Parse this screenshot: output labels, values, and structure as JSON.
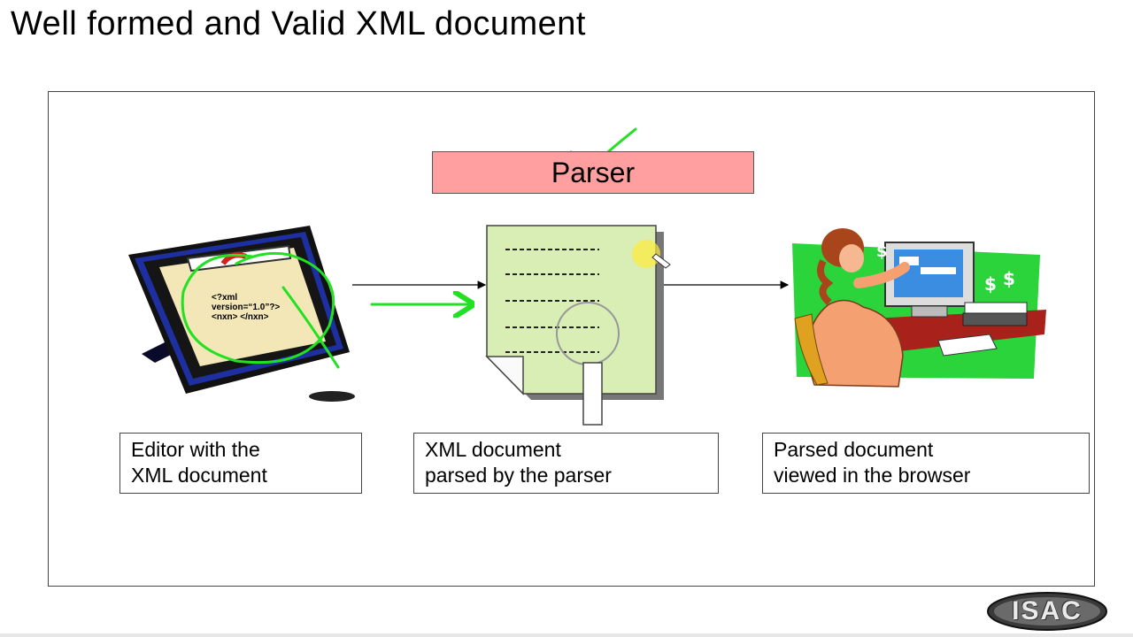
{
  "slide": {
    "title": "Well formed and Valid XML document"
  },
  "diagram": {
    "parser_label": "Parser",
    "xml_snippet": [
      "<?xml",
      "version=“1.0”?>",
      "<nxn> </nxn>"
    ],
    "captions": {
      "editor": [
        "Editor with the",
        "XML document"
      ],
      "parsed": [
        "XML document",
        "parsed by the parser"
      ],
      "browser": [
        "Parsed document",
        "viewed in the browser"
      ]
    }
  },
  "logo": {
    "text": "ISAC"
  },
  "colors": {
    "parser_fill": "#ff9f9f",
    "annotation_green": "#22e022",
    "document_fill": "#d9eeb4",
    "screen_bg": "#22dd22"
  }
}
